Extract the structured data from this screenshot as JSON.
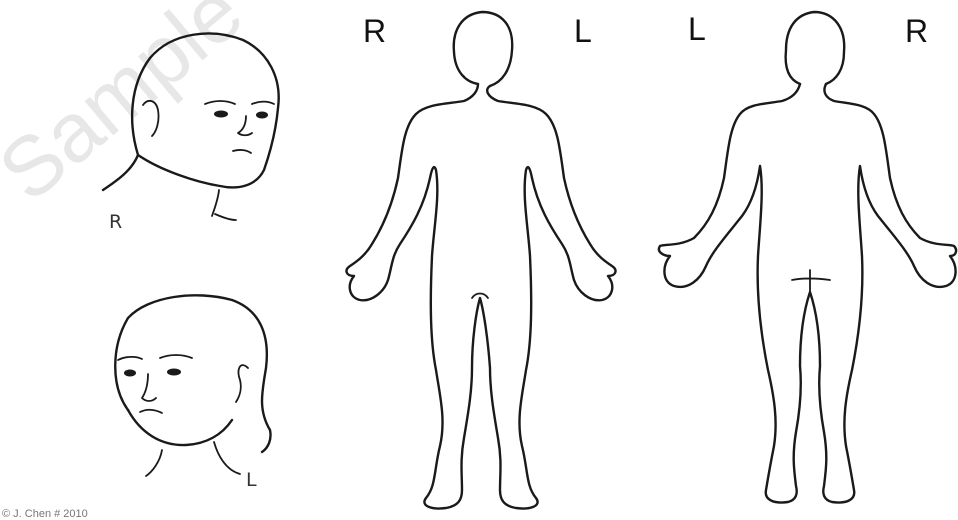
{
  "labels": {
    "head_right": "R",
    "head_left": "L",
    "front_right": "R",
    "front_left": "L",
    "back_left": "L",
    "back_right": "R"
  },
  "watermark": "Sample",
  "credit": "© J. Chen    # 2010"
}
